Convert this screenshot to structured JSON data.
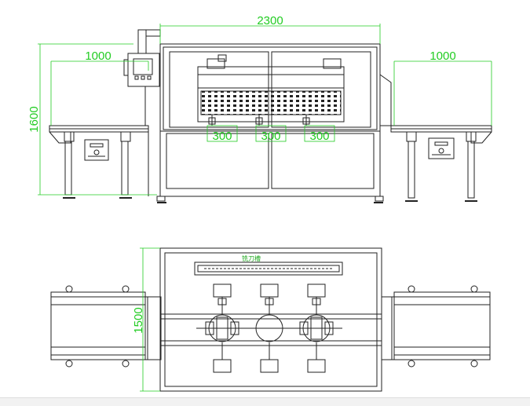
{
  "front_view": {
    "dim_total_width": "2300",
    "dim_left_conveyor": "1000",
    "dim_right_conveyor": "1000",
    "dim_height": "1600",
    "dim_pitch_1": "300",
    "dim_pitch_2": "300",
    "dim_pitch_3": "300"
  },
  "top_view": {
    "dim_depth": "1500",
    "label_component": "铣刀槽"
  },
  "colors": {
    "line": "#222222",
    "dimension": "#22cc22",
    "background": "#ffffff"
  }
}
